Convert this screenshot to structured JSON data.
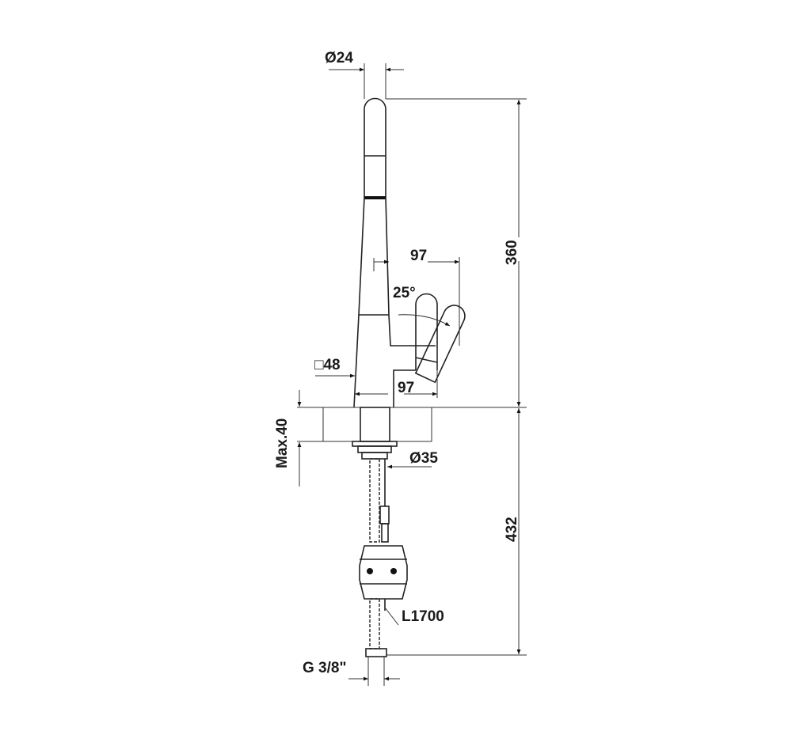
{
  "drawing": {
    "dimensions": {
      "spout_diameter": "Ø24",
      "total_height": "360",
      "handle_reach_top": "97",
      "handle_angle": "25°",
      "base_square": "□48",
      "handle_reach_bottom": "97",
      "max_countertop": "Max.40",
      "shank_diameter": "Ø35",
      "below_counter_height": "432",
      "hose_length": "L1700",
      "connection_thread": "G 3/8\""
    }
  }
}
